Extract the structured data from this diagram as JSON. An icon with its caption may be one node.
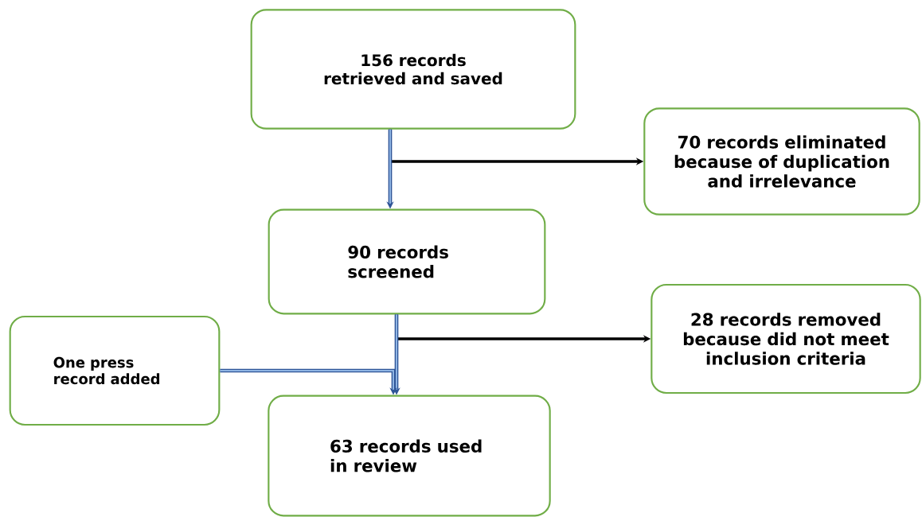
{
  "diagram": {
    "nodes": [
      {
        "text": [
          "156 records retrieved and saved"
        ]
      },
      {
        "text": [
          "70 records eliminated because of duplication and irrelevance"
        ]
      },
      {
        "text": [
          "90 records screened"
        ]
      },
      {
        "text": [
          "One press record added"
        ]
      },
      {
        "text": [
          "28 records removed because did not meet inclusion criteria"
        ]
      },
      {
        "text": [
          "63 records used in review"
        ]
      }
    ],
    "edges": [
      {
        "from": 0,
        "to": 2,
        "arrow": "to"
      },
      {
        "from": 0,
        "to": 1,
        "arrow": "to",
        "color": "#000000"
      },
      {
        "from": 2,
        "to": 5,
        "arrow": "to"
      },
      {
        "from": 2,
        "to": 4,
        "arrow": "to",
        "color": "#000000"
      },
      {
        "from": 3,
        "to": 5,
        "arrow": "to"
      }
    ]
  }
}
